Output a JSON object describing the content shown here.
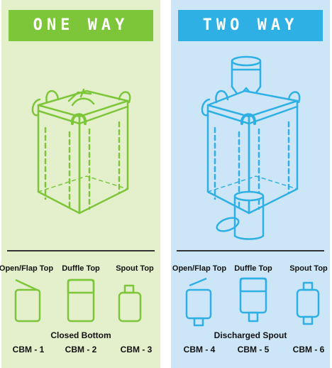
{
  "colors": {
    "green": "#7dc63a",
    "blue": "#2fb0e4",
    "green_bg": "#e4efcc",
    "blue_bg": "#cde6f7"
  },
  "one_way": {
    "title": "ONE WAY",
    "types": [
      {
        "label": "Open/Flap Top",
        "code": "CBM - 1"
      },
      {
        "label": "Duffle Top",
        "code": "CBM - 2"
      },
      {
        "label": "Spout Top",
        "code": "CBM - 3"
      }
    ],
    "bottom": "Closed Bottom"
  },
  "two_way": {
    "title": "TWO WAY",
    "types": [
      {
        "label": "Open/Flap Top",
        "code": "CBM - 4"
      },
      {
        "label": "Duffle Top",
        "code": "CBM - 5"
      },
      {
        "label": "Spout Top",
        "code": "CBM - 6"
      }
    ],
    "bottom": "Discharged Spout"
  }
}
